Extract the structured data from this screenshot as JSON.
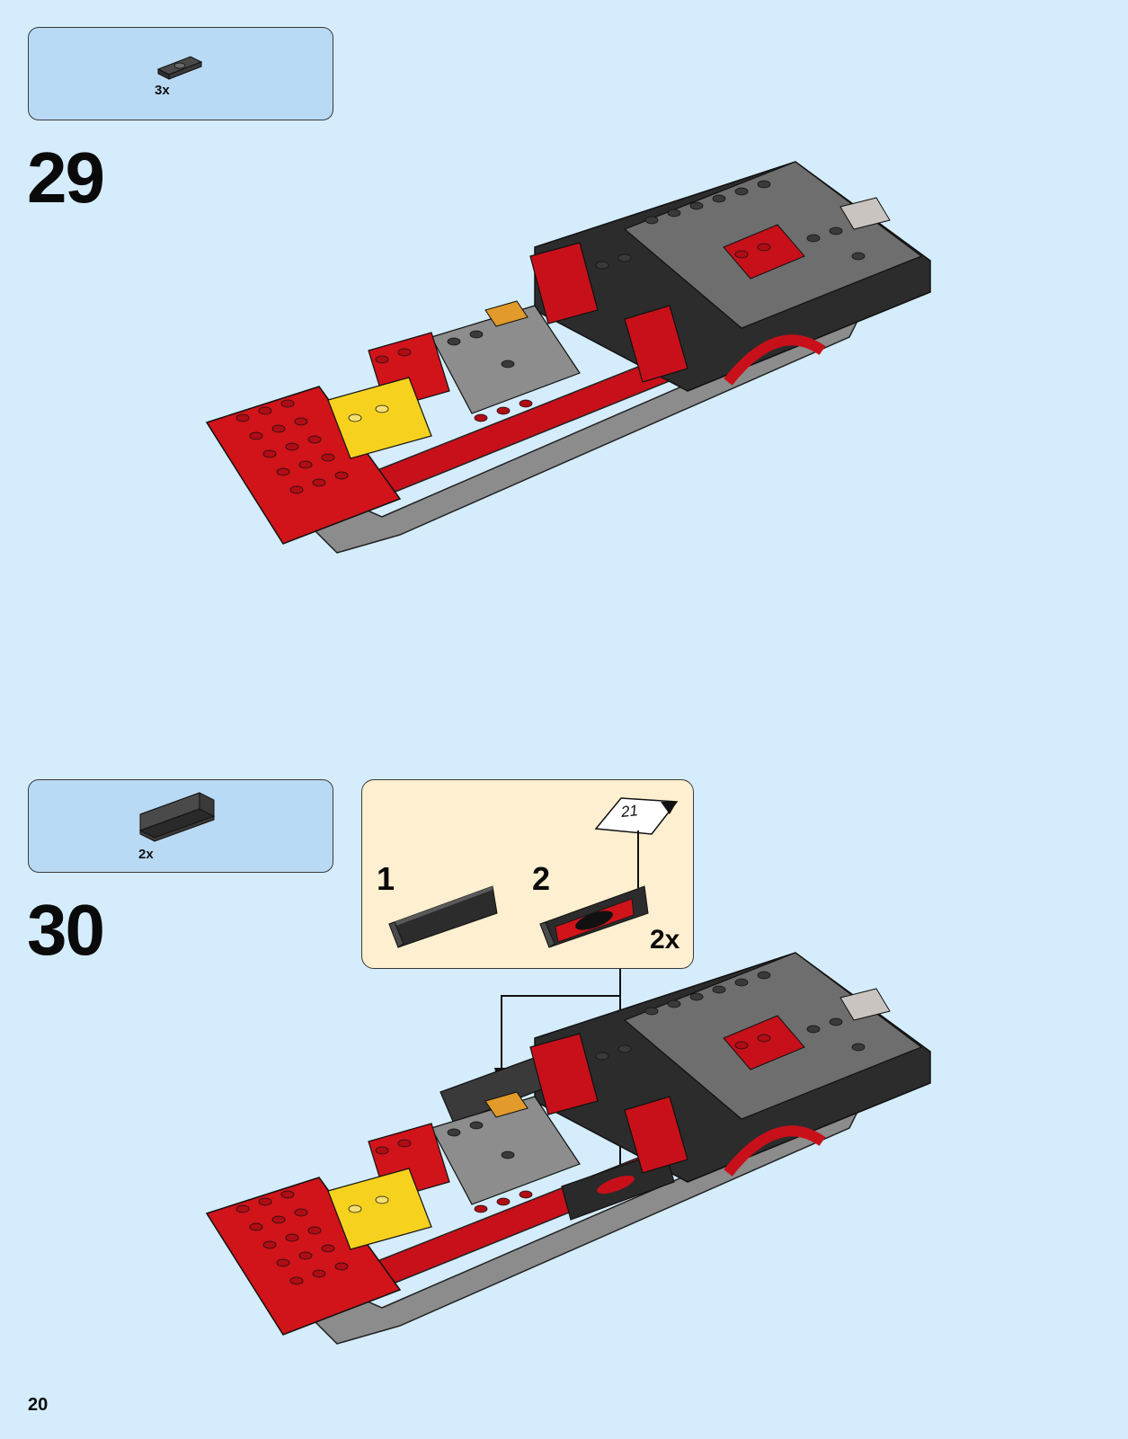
{
  "page": {
    "number": "20"
  },
  "steps": [
    {
      "number": "29",
      "part_quantity": "3x",
      "part_icon": "plate-1x2-jumper-dark-gray-icon"
    },
    {
      "number": "30",
      "part_quantity": "2x",
      "part_icon": "bracket-panel-black-icon",
      "subassembly": {
        "substep_1": "1",
        "substep_2": "2",
        "quantity": "2x",
        "sticker_number": "21"
      }
    }
  ],
  "colors": {
    "background": "#d4ecfb",
    "parts_box": "#b9daf4",
    "subassembly_box": "#fdefcf",
    "brick_red": "#d0141a",
    "brick_black": "#2a2a2a",
    "brick_gray": "#9a9a9a",
    "brick_yellow": "#f6d21e"
  }
}
